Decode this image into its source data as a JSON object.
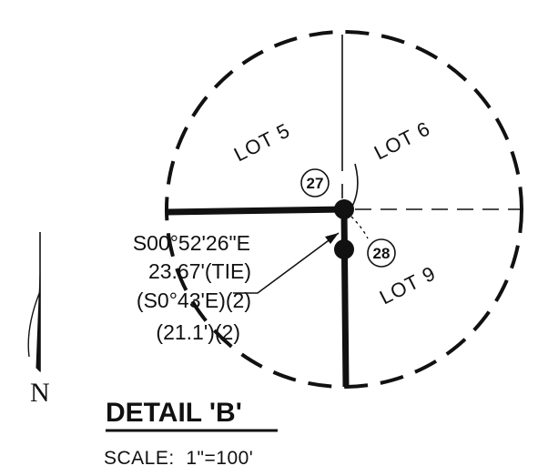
{
  "lots": {
    "lot5": "LOT 5",
    "lot6": "LOT 6",
    "lot9": "LOT 9"
  },
  "points": {
    "p27": "27",
    "p28": "28"
  },
  "callout": {
    "line1": "S00°52'26\"E",
    "line2": "23.67'(TIE)",
    "line3": "(S0°43'E)(2)",
    "line4": "(21.1')(2)"
  },
  "north": {
    "letter": "N"
  },
  "title": {
    "label": "DETAIL 'B'",
    "scale": "SCALE:  1\"=100'"
  }
}
